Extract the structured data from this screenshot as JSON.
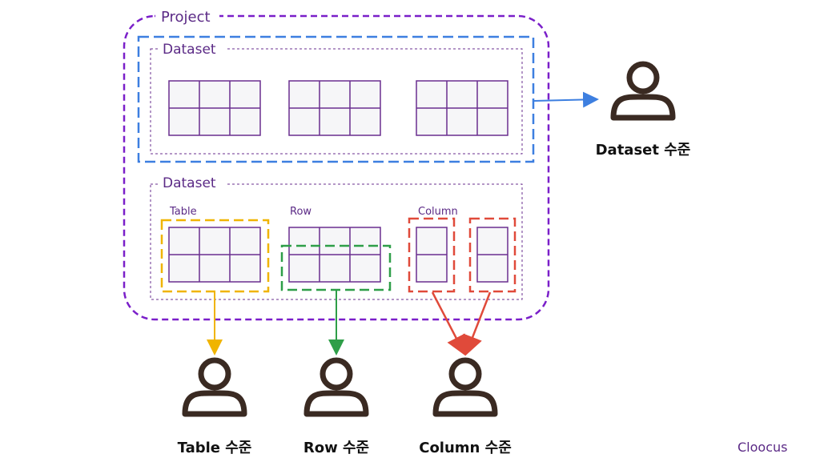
{
  "labels": {
    "project": "Project",
    "dataset_top": "Dataset",
    "dataset_bottom": "Dataset",
    "table": "Table",
    "row": "Row",
    "column": "Column"
  },
  "roles": {
    "dataset": "Dataset 수준",
    "table": "Table 수준",
    "row": "Row 수준",
    "column": "Column 수준"
  },
  "logo": "Cloocus",
  "colors": {
    "project_border": "#7a1fc9",
    "dataset_blue": "#3d7fe0",
    "table_yellow": "#f0b400",
    "row_green": "#2e9e48",
    "column_red": "#e04a3a",
    "grid_purple": "#6a2f8f",
    "user_icon": "#3a2a22"
  },
  "icons": [
    "user-icon"
  ]
}
